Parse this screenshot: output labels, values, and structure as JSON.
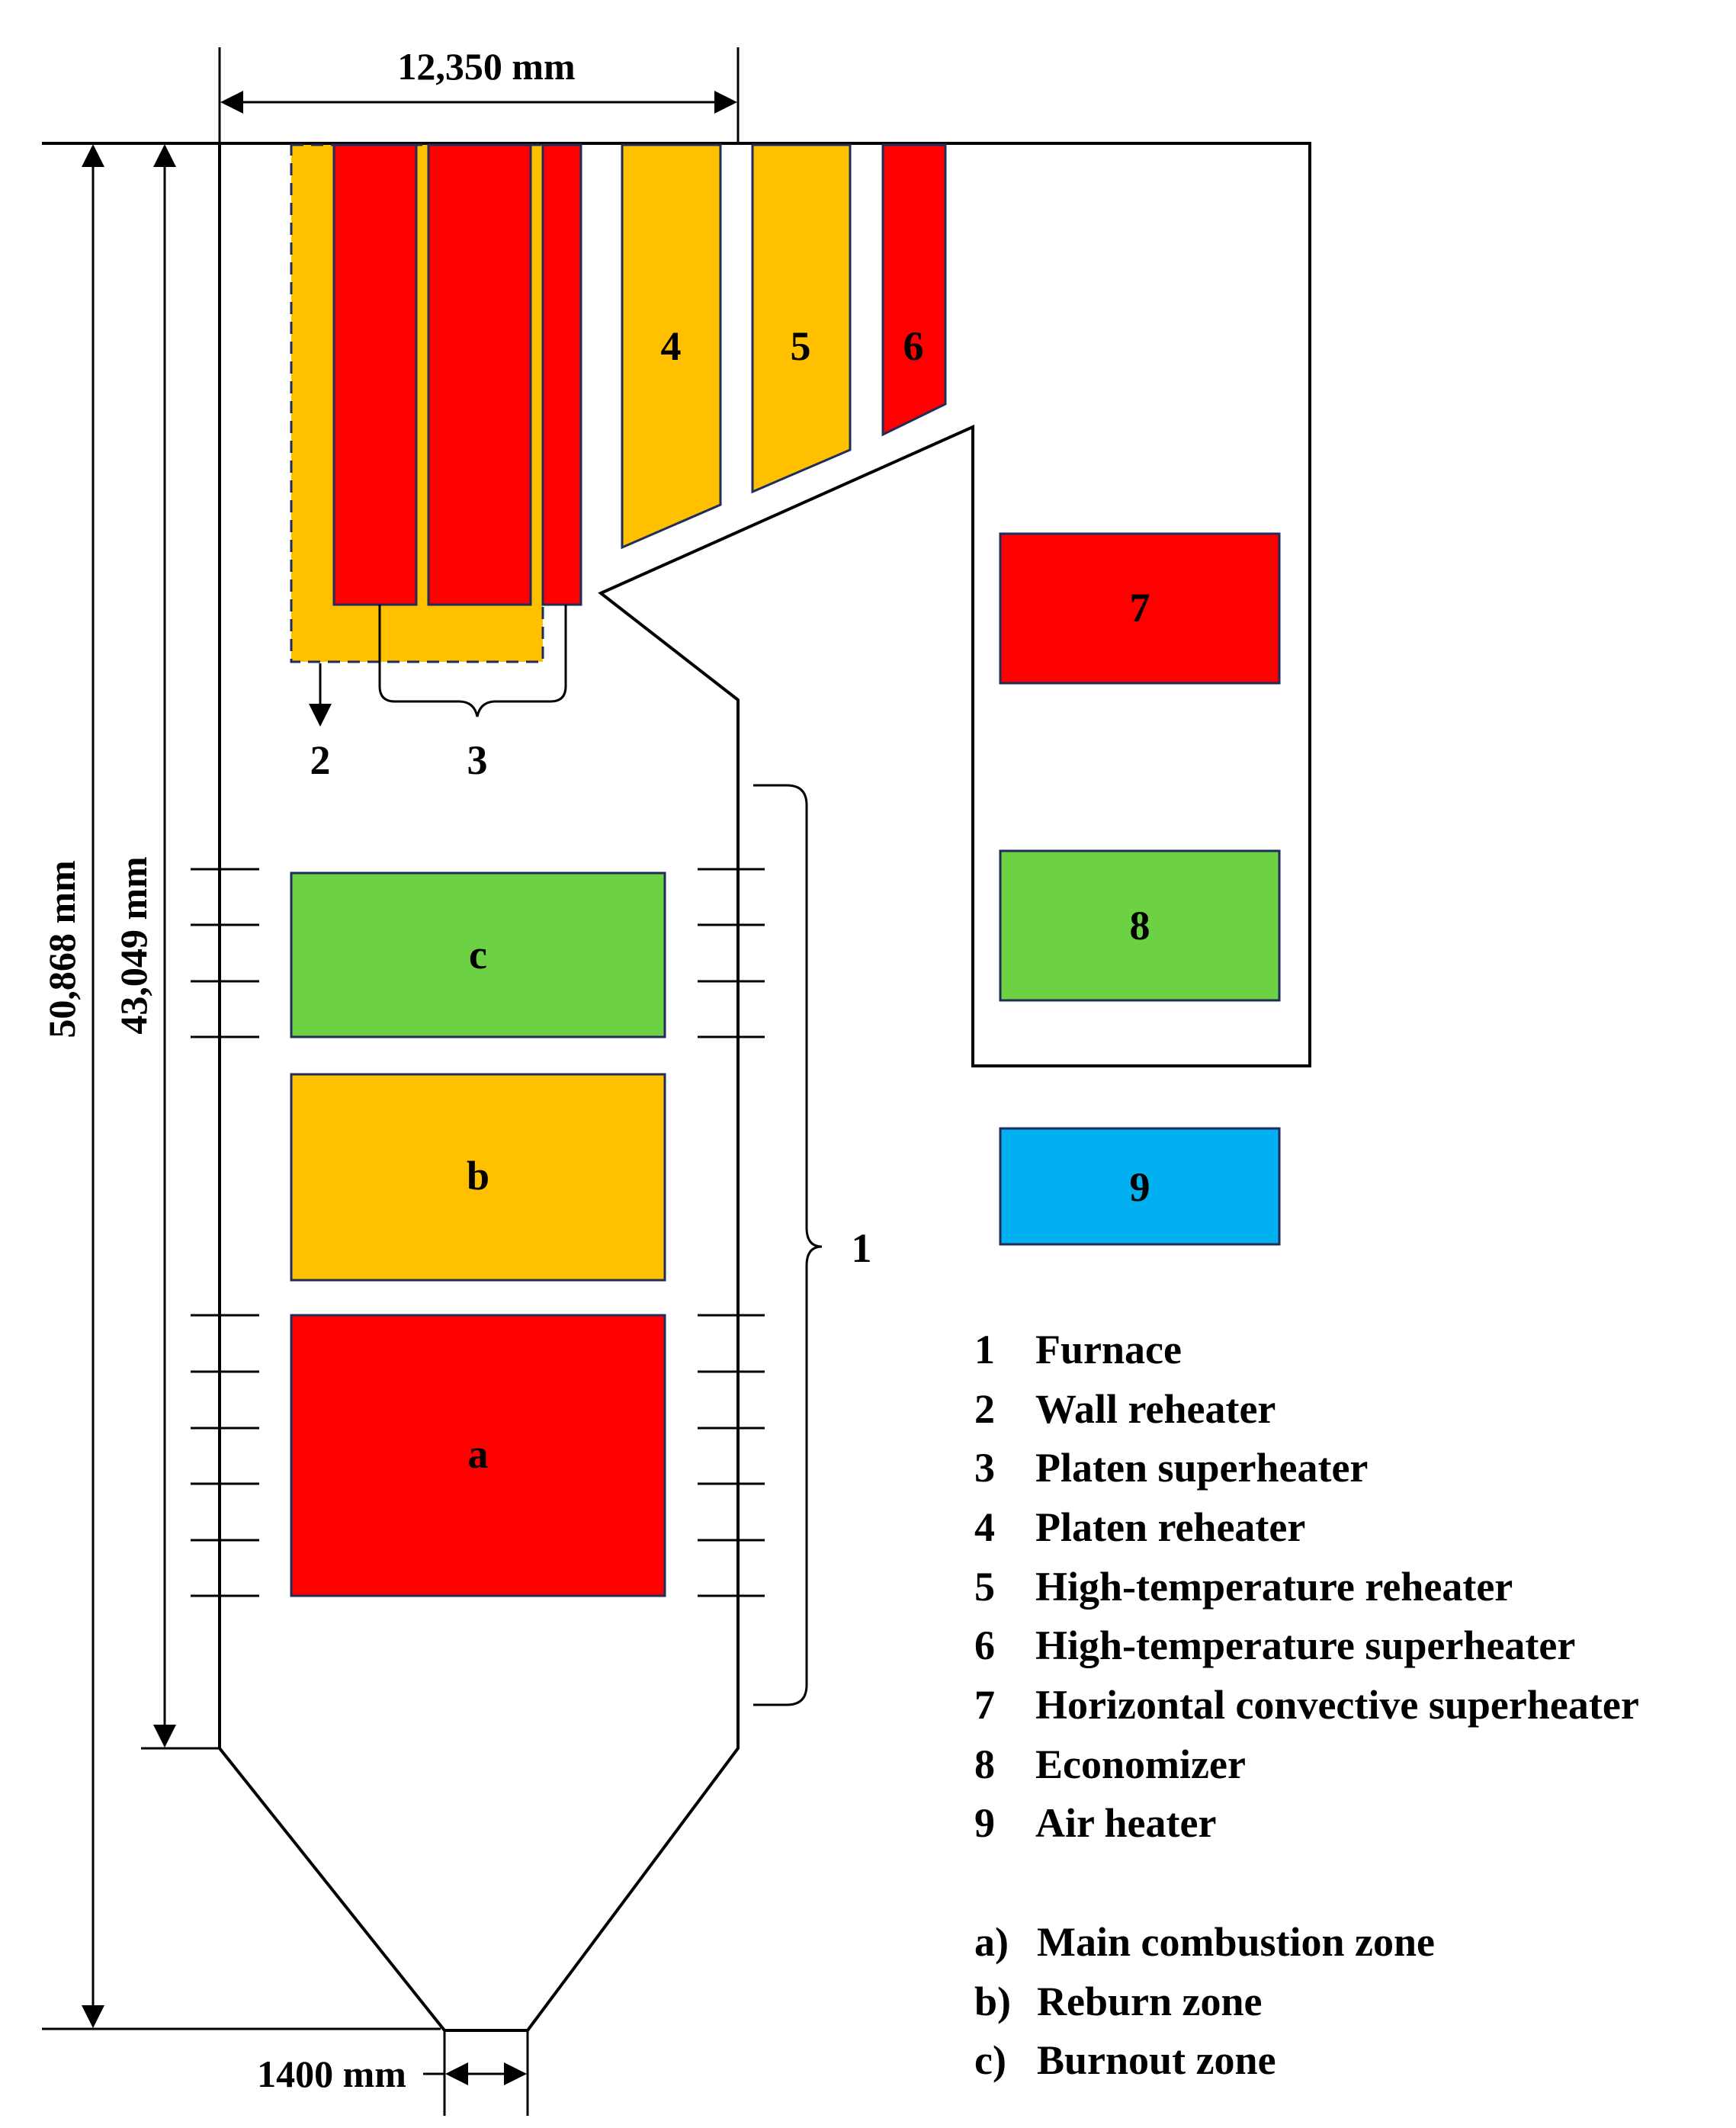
{
  "colors": {
    "red": "#FF0000",
    "yellow": "#FFC000",
    "green": "#6CD244",
    "blue": "#00B0F0",
    "navy_outline": "#1F2D5A",
    "black": "#000000"
  },
  "dimensions": {
    "width_top": "12,350 mm",
    "height_total": "50,868 mm",
    "height_furnace": "43,049 mm",
    "outlet_width": "1400 mm"
  },
  "components": {
    "c4": "4",
    "c5": "5",
    "c6": "6",
    "c7": "7",
    "c8": "8",
    "c9": "9"
  },
  "callouts": {
    "c1": "1",
    "c2": "2",
    "c3": "3"
  },
  "zones": {
    "a": "a",
    "b": "b",
    "c": "c"
  },
  "legend": {
    "numbered": [
      {
        "num": "1",
        "label": "Furnace"
      },
      {
        "num": "2",
        "label": "Wall reheater"
      },
      {
        "num": "3",
        "label": "Platen superheater"
      },
      {
        "num": "4",
        "label": "Platen reheater"
      },
      {
        "num": "5",
        "label": "High-temperature reheater"
      },
      {
        "num": "6",
        "label": "High-temperature superheater"
      },
      {
        "num": "7",
        "label": "Horizontal convective superheater"
      },
      {
        "num": "8",
        "label": "Economizer"
      },
      {
        "num": "9",
        "label": "Air heater"
      }
    ],
    "zones": [
      {
        "key": "a)",
        "label": "Main combustion zone"
      },
      {
        "key": "b)",
        "label": "Reburn zone"
      },
      {
        "key": "c)",
        "label": "Burnout zone"
      }
    ]
  }
}
